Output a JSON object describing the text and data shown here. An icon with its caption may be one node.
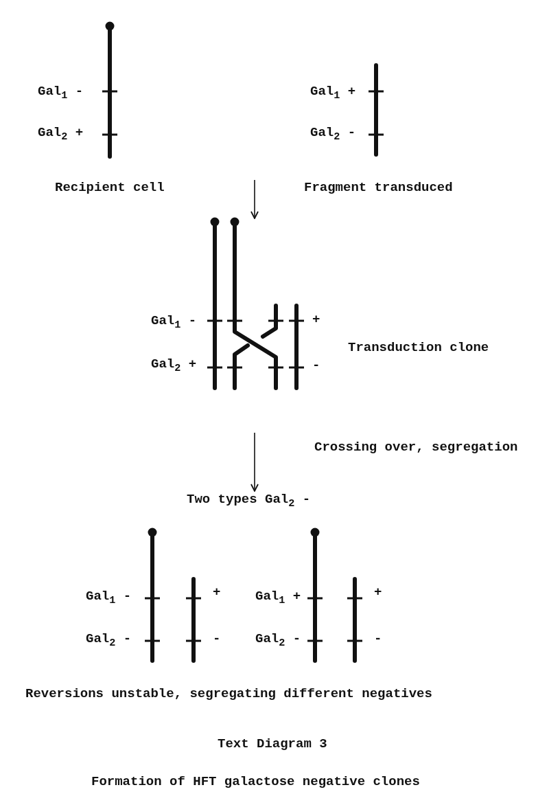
{
  "diagram": {
    "caption": "Formation of HFT galactose negative clones",
    "nodes": [
      {
        "text": [],
        "shape": "picture",
        "beside": [
          "Recipient cell"
        ]
      },
      {
        "text": [],
        "shape": "picture",
        "beside": [
          "Fragment transduced"
        ]
      },
      {
        "text": [],
        "shape": "picture",
        "beside": [
          "Transduction clone"
        ]
      },
      {
        "text": [
          "Two types Gal$_{2}$ -"
        ]
      }
    ],
    "edges": [
      {
        "from": null,
        "to": 2,
        "arrow": "to"
      },
      {
        "from": null,
        "to": 3,
        "arrow": "to",
        "label": "Crossing over, segregation"
      }
    ],
    "labels": [
      "Gal$_{1}$ -",
      "Gal$_{1}$ +",
      "Gal$_{2}$ +",
      "Gal$_{2}$ -",
      "Gal$_{1}$ -",
      "+",
      "Gal$_{2}$ +",
      "-",
      "Gal$_{1}$ -",
      "+",
      "Gal$_{1}$ +",
      "+",
      "Gal$_{2}$ -",
      "-",
      "Gal$_{2}$ -",
      "-",
      "Reversions unstable, segregating different negatives",
      "Text Diagram 3"
    ]
  }
}
